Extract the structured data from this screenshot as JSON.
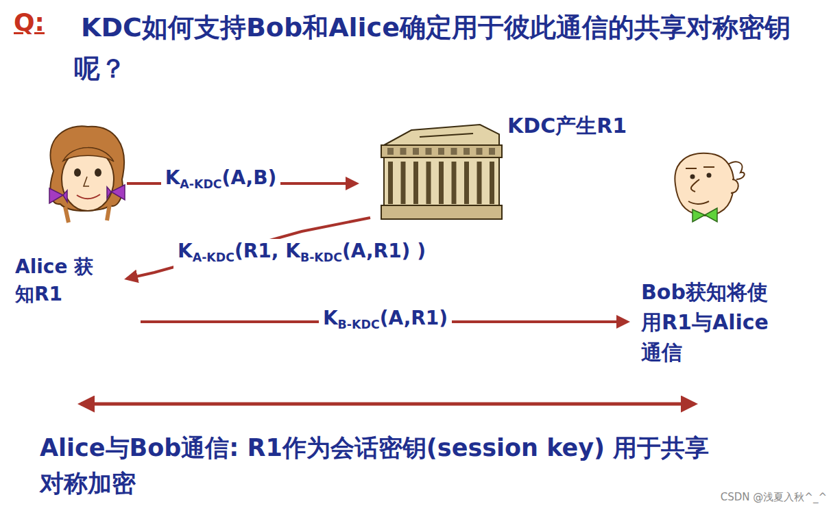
{
  "diagram": {
    "title": "KDC如何支持Bob和Alice确定用于彼此通信的共享对称密钥呢？",
    "nodes": [
      {
        "text": [
          "Alice 获知R1"
        ]
      },
      {
        "text": [
          "KDC产生R1"
        ]
      },
      {
        "text": [
          "Bob获知将使用R1与Alice通信"
        ]
      }
    ],
    "edges": [
      {
        "from": 0,
        "to": 1,
        "label": "KA-KDC(A,B)",
        "arrow": "to"
      },
      {
        "from": 1,
        "to": 0,
        "label": "KA-KDC(R1, KB-KDC(A,R1) )",
        "arrow": "to"
      },
      {
        "from": 0,
        "to": 2,
        "label": "KB-KDC(A,R1)",
        "arrow": "to"
      },
      {
        "from": 0,
        "to": 2,
        "arrow": "both"
      }
    ],
    "labels": [
      "Q:",
      "Alice与Bob通信: R1作为会话密钥(session key) 用于共享对称加密",
      "CSDN @浅夏入秋^_^"
    ]
  }
}
